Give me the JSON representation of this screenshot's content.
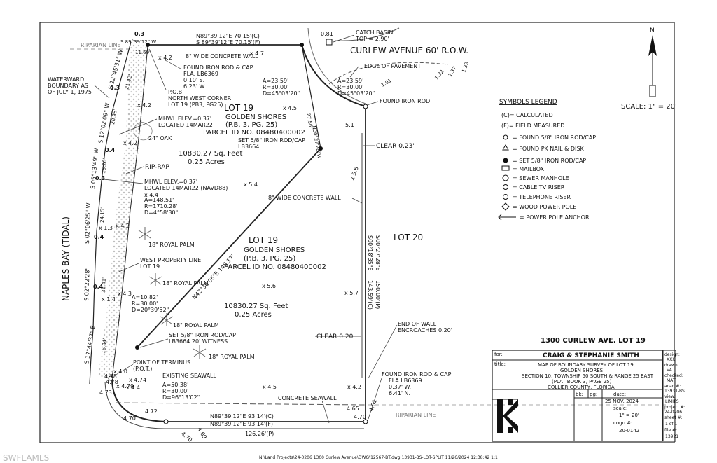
{
  "watermark": "SWFLAMLS",
  "footer_path": "N:\\Land Projects\\24-0206 1300 Curlew Avenue\\DWG\\12567-BT.dwg  13931-BS-LOT-SPLIT  11/26/2024 12:38:42  1:1",
  "north_arrow": {
    "label": "N"
  },
  "scale_label": "SCALE:  1\" = 20'",
  "street": "CURLEW AVENUE 60' R.O.W.",
  "lots": {
    "upper": {
      "name": "LOT 19",
      "subdivision": "GOLDEN SHORES",
      "plat": "(P.B. 3, PG. 25)",
      "parcel": "PARCEL ID NO. 08480400002",
      "area_sqft": "10830.27 Sq. Feet",
      "area_acres": "0.25 Acres"
    },
    "lower": {
      "name": "LOT 19",
      "subdivision": "GOLDEN SHORES",
      "plat": "(P.B. 3, PG. 25)",
      "parcel": "PARCEL ID NO. 08480400002",
      "area_sqft": "10830.27 Sq. Feet",
      "area_acres": "0.25 Acres"
    },
    "adjacent": "LOT 20"
  },
  "labels": {
    "riparian_top": "RIPARIAN LINE",
    "riparian_bottom": "RIPARIAN LINE",
    "waterward": [
      "WATERWARD",
      "BOUNDARY AS",
      "OF JULY 1, 1975"
    ],
    "naples_bay": "NAPLES BAY (TIDAL)",
    "catch_basin": [
      "CATCH BASIN",
      "TOP = 2.90'"
    ],
    "edge_pavement": "EDGE OF PAVEMENT",
    "found_iron_rod": "FOUND IRON ROD",
    "concrete_wall_top": "8\" WIDE CONCRETE WALL",
    "found_rod_cap_top": [
      "FOUND IRON ROD & CAP",
      "FLA. LB6369",
      "0.10' S.",
      "6.23' W"
    ],
    "pob": [
      "P.O.B.",
      "NORTH WEST CORNER",
      "LOT 19 (PB3, PG25)"
    ],
    "mhwl1": [
      "MHWL ELEV.=0.37'",
      "LOCATED 14MAR22"
    ],
    "oak": "24\" OAK",
    "set_rod_top": [
      "SET 5/8\" IRON ROD/CAP",
      "LB3664"
    ],
    "clear_top": "CLEAR 0.23'",
    "rip_rap": "RIP-RAP",
    "mhwl2": [
      "MHWL ELEV.=0.37'",
      "LOCATED 14MAR22 (NAVD88)"
    ],
    "wall_mid": "8\" WIDE CONCRETE WALL",
    "west_property": [
      "WEST PROPERTY LINE",
      "LOT 19"
    ],
    "palm1": "18\" ROYAL PALM",
    "palm2": "18\" ROYAL PALM",
    "palm3": "18\" ROYAL PALM",
    "palm4": "18\" ROYAL PALM",
    "set_rod_mid": [
      "SET 5/8\" IRON ROD/CAP",
      "LB3664 20' WITNESS"
    ],
    "pot": [
      "POINT OF TERMINUS",
      "(P.O.T.)"
    ],
    "existing_seawall": "EXISTING SEAWALL",
    "concrete_seawall": "CONCRETE SEAWALL",
    "clear_mid": "CLEAR 0.20'",
    "end_wall": [
      "END OF WALL",
      "ENCROACHES 0.20'"
    ],
    "found_rod_cap_bottom": [
      "FOUND IRON ROD & CAP",
      "FLA LB6369",
      "0.37' W.",
      "6.41' N."
    ]
  },
  "curves": {
    "top_street": [
      "A=23.59'",
      "R=30.00'",
      "D=45°03'20\""
    ],
    "top_right": [
      "A=23.59'",
      "R=30.00'",
      "D=45°03'20\""
    ],
    "west_big": [
      "A=148.51'",
      "R=1710.28'",
      "D=4°58'30\""
    ],
    "west_small": [
      "A=10.82'",
      "R=30.00'",
      "D=20°39'52\""
    ],
    "bottom": [
      "A=50.38'",
      "R=30.00'",
      "D=96°13'02\""
    ]
  },
  "bearings": {
    "top1": "N89°39'12\"E  70.15'(C)",
    "top2": "S 89°39'12\"E  70.15'(F)",
    "top_west": "S 89°39'12\" W",
    "bottom1": "N89°39'12\"E  93.14'(C)",
    "bottom2": "N89°39'12\"E  93.14'(F)",
    "bottom_p": "126.26'(P)",
    "diag_mid": "N42°36'06\"E 148.17'",
    "diag_top": "N00°27'28\"W",
    "east1": "S00°27'28\"E",
    "east2": "S00°18'35\"E",
    "east_dist1": "150.00'(P)",
    "east_dist2": "143.59'(C)",
    "w1": "S 22°45'31\" W",
    "w2": "S 12°02'09\" W",
    "w3": "S 05°13'49\" W",
    "w4": "S 02°06'25\" W",
    "w5": "S 02°22'28\"",
    "w6": "S 17°44'37\" E",
    "d1": "21.42'",
    "d2": "28.98'",
    "d3": "16.26'",
    "d4": "24.15'",
    "d5": "31.41'",
    "d6": "16.84'",
    "d_top": "11.69'",
    "d_27": "27.56'"
  },
  "elevations": [
    "x 4.7",
    "x 4.5",
    "x 4.2",
    "x 5.4",
    "x 4.4",
    "x 4.2",
    "x 5.6",
    "x 5.7",
    "x 4.3",
    "x 4.5",
    "x 4.2",
    "x 4.4",
    "x 4.0",
    "x 4.74",
    "x 4.79",
    "4.78",
    "4.73",
    "4.72",
    "4.70",
    "4.70",
    "4.69",
    "4.65",
    "4.70",
    "4.61",
    "4.78",
    "x 1.3",
    "0.4",
    "0.3",
    "0.4",
    "0.3",
    "0.4",
    "x 1.4",
    "0.3",
    "0.81",
    "5.1",
    "1.01",
    "1.32",
    "1.37",
    "1.33",
    "x 5.6",
    "x 4.2",
    "x 4.2"
  ],
  "legend": {
    "title": "SYMBOLS LEGEND",
    "items": [
      "(C)= CALCULATED",
      "(F)= FIELD MEASURED",
      "= FOUND 5/8\" IRON ROD/CAP",
      "= FOUND PK NAIL & DISK",
      "= SET 5/8\" IRON ROD/CAP",
      "= MAILBOX",
      "= SEWER MANHOLE",
      "= CABLE TV RISER",
      "= TELEPHONE RISER",
      "= WOOD POWER POLE",
      "= POWER POLE ANCHOR"
    ]
  },
  "title_block": {
    "heading": "1300 CURLEW AVE. LOT 19",
    "for_label": "for:",
    "for_value": "CRAIG & STEPHANIE SMITH",
    "title_label": "title:",
    "title_lines": [
      "MAP OF BOUNDARY SURVEY OF LOT 19,",
      "GOLDEN SHORES",
      "SECTION 10, TOWNSHIP 50 SOUTH & RANGE 25 EAST",
      "(PLAT BOOK 3, PAGE 25)",
      "COLLIER COUNTY, FLORIDA"
    ],
    "bk_label": "bk:",
    "pg_label": "pg:",
    "date_label": "date:",
    "date_value": "25 NOV. 2024",
    "scale_label": "scale:",
    "scale_value": "1\" = 20'",
    "cogo_label": "cogo #:",
    "cogo_value": "20-0142",
    "side": [
      {
        "label": "design:",
        "value": "XXX"
      },
      {
        "label": "drawn:",
        "value": "VA"
      },
      {
        "label": "checked:",
        "value": "MAT"
      },
      {
        "label": "acad #:",
        "value": "13931-BS"
      },
      {
        "label": "view:",
        "value": "LIMITS"
      },
      {
        "label": "project #:",
        "value": "24-0206"
      },
      {
        "label": "sheet #:",
        "value": "1 of 1"
      },
      {
        "label": "file #:",
        "value": "13921"
      }
    ]
  }
}
